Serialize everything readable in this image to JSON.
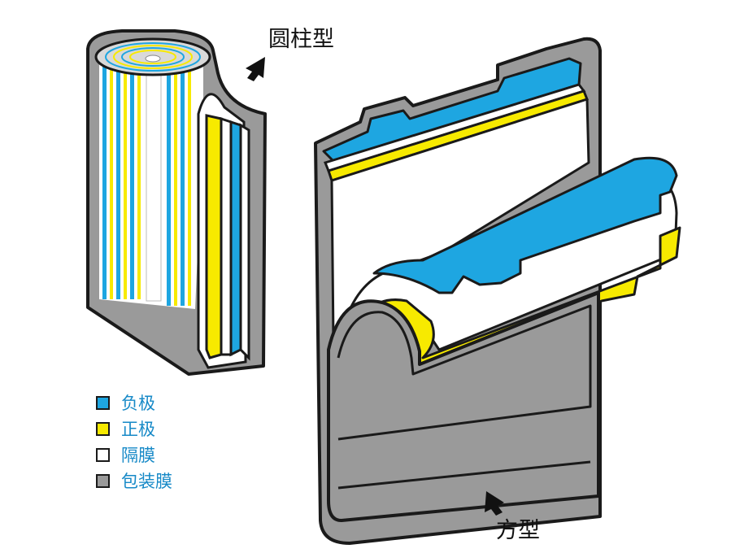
{
  "titles": {
    "cylindrical": "圆柱型",
    "prismatic": "方型"
  },
  "legend": [
    {
      "label": "负极",
      "color": "#1ea6e1"
    },
    {
      "label": "正极",
      "color": "#f7ea00"
    },
    {
      "label": "隔膜",
      "color": "#ffffff"
    },
    {
      "label": "包装膜",
      "color": "#9a9a9a"
    }
  ],
  "colors": {
    "outline": "#1a1a1a",
    "casing": "#9a9a9a",
    "casing_dark": "#7a7a7a",
    "negative": "#1ea6e1",
    "positive": "#f7ea00",
    "separator": "#ffffff"
  }
}
